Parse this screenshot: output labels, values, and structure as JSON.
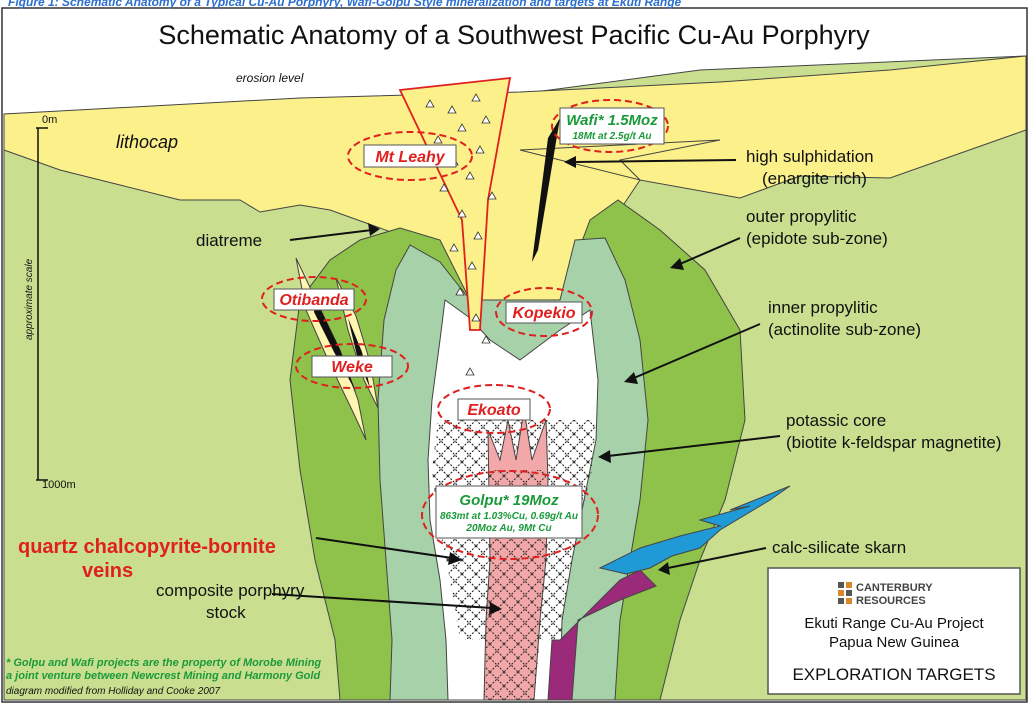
{
  "caption": "Figure 1: Schematic Anatomy of a Typical Cu-Au Porphyry, Wafi-Golpu Style mineralization and targets at Ekuti Range",
  "title": "Schematic Anatomy of a Southwest Pacific Cu-Au Porphyry",
  "scale": {
    "top": "0m",
    "bottom": "1000m",
    "label": "approximate scale"
  },
  "labels": {
    "erosion": "erosion level",
    "lithocap": "lithocap",
    "diatreme": "diatreme",
    "high_sulph_1": "high sulphidation",
    "high_sulph_2": "(enargite rich)",
    "outer_prop_1": "outer propylitic",
    "outer_prop_2": "(epidote sub-zone)",
    "inner_prop_1": "inner propylitic",
    "inner_prop_2": "(actinolite sub-zone)",
    "potassic_1": "potassic core",
    "potassic_2": "(biotite k-feldspar magnetite)",
    "veins_1": "quartz chalcopyrite-bornite",
    "veins_2": "veins",
    "skarn": "calc-silicate skarn",
    "stock_1": "composite porphyry",
    "stock_2": "stock"
  },
  "targets": {
    "mt_leahy": "Mt Leahy",
    "otibanda": "Otibanda",
    "weke": "Weke",
    "kopekio": "Kopekio",
    "ekoato": "Ekoato"
  },
  "deposits": {
    "wafi": {
      "name": "Wafi* 1.5Moz",
      "detail": "18Mt at 2.5g/t Au"
    },
    "golpu": {
      "name": "Golpu* 19Moz",
      "detail_1": "863mt at 1.03%Cu, 0.69g/t Au",
      "detail_2": "20Moz Au, 9Mt Cu"
    }
  },
  "footnote": {
    "line_1": "* Golpu and Wafi projects are the property of Morobe Mining",
    "line_2": "a joint venture between Newcrest Mining and Harmony Gold",
    "source": "diagram modified from Holliday and Cooke 2007"
  },
  "company_box": {
    "name_1": "CANTERBURY",
    "name_2": "RESOURCES",
    "project_1": "Ekuti Range Cu-Au Project",
    "project_2": "Papua New Guinea",
    "heading": "EXPLORATION TARGETS"
  },
  "colors": {
    "sky": "#ffffff",
    "host": "#c9df8f",
    "lithocap": "#fbf08a",
    "outer_propylitic": "#8fc24a",
    "inner_propylitic": "#a6d1a9",
    "potassic": "#ffffff",
    "porphyry": "#f2a8a8",
    "skarn": "#1f9ad6",
    "dyke": "#9c2a7a",
    "accent_red": "#e0201f",
    "accent_green": "#1a9a3a",
    "caption_blue": "#2a6fd0"
  }
}
